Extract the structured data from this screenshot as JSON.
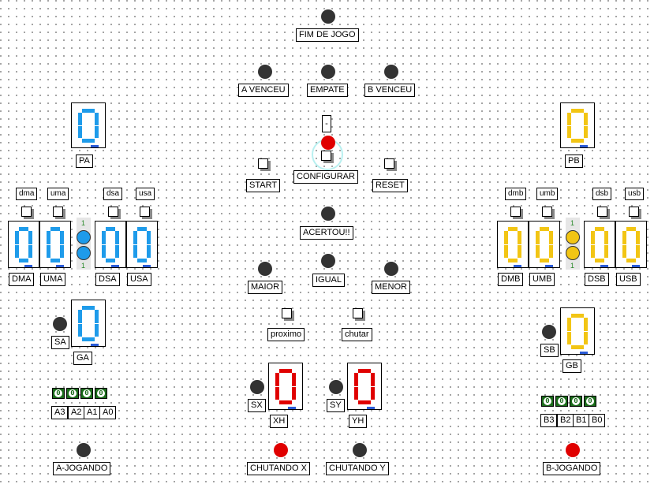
{
  "colors": {
    "blue_segment": "#1e9bea",
    "yellow_segment": "#f2c514",
    "red_segment": "#e00000",
    "lamp_off": "#333333",
    "lamp_red": "#e00000",
    "bit_green": "#1a6b1a"
  },
  "top": {
    "fim_de_jogo": "FIM DE JOGO",
    "a_venceu": "A VENCEU",
    "empate": "EMPATE",
    "b_venceu": "B VENCEU"
  },
  "center": {
    "probe_value": "-",
    "start": "START",
    "configurar": "CONFIGURAR",
    "reset": "RESET",
    "acertou": "ACERTOU!!",
    "maior": "MAIOR",
    "igual": "IGUAL",
    "menor": "MENOR",
    "proximo": "proximo",
    "chutar": "chutar",
    "sx": "SX",
    "xh": "XH",
    "sy": "SY",
    "yh": "YH",
    "chutando_x": "CHUTANDO X",
    "chutando_y": "CHUTANDO Y"
  },
  "player_a": {
    "pa": "PA",
    "dma_in": "dma",
    "uma_in": "uma",
    "dsa_in": "dsa",
    "usa_in": "usa",
    "colon_top": "1",
    "colon_bottom": "1",
    "dma": "DMA",
    "uma": "UMA",
    "dsa": "DSA",
    "usa": "USA",
    "sa": "SA",
    "ga": "GA",
    "bits": [
      "0",
      "0",
      "0",
      "0"
    ],
    "bit_labels": [
      "A3",
      "A2",
      "A1",
      "A0"
    ],
    "jogando": "A-JOGANDO"
  },
  "player_b": {
    "pb": "PB",
    "dmb_in": "dmb",
    "umb_in": "umb",
    "dsb_in": "dsb",
    "usb_in": "usb",
    "colon_top": "1",
    "colon_bottom": "1",
    "dmb": "DMB",
    "umb": "UMB",
    "dsb": "DSB",
    "usb": "USB",
    "sb": "SB",
    "gb": "GB",
    "bits": [
      "0",
      "0",
      "0",
      "0"
    ],
    "bit_labels": [
      "B3",
      "B2",
      "B1",
      "B0"
    ],
    "jogando": "B-JOGANDO"
  }
}
